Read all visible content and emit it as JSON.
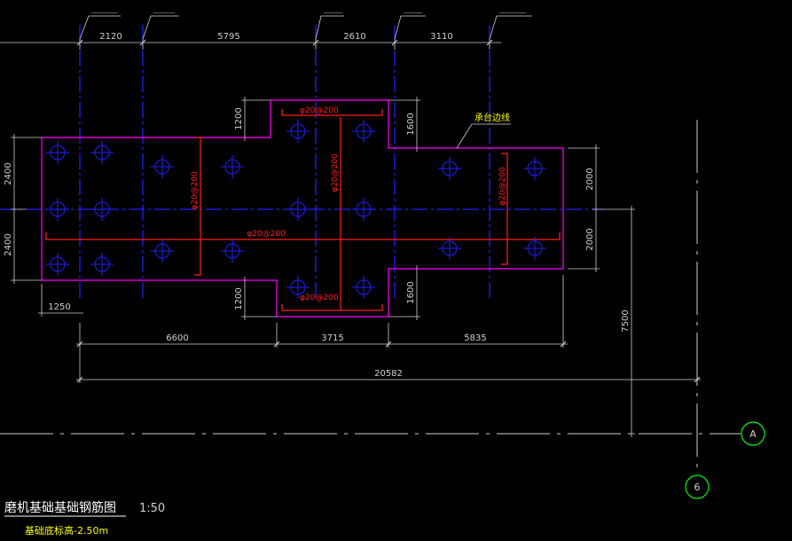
{
  "drawing": {
    "title": "磨机基础基础钢筋图",
    "scale": "1:50",
    "subtitle": "基础底标高-2.50m",
    "note_label": "承台边线"
  },
  "dims": {
    "top_1": "2120",
    "top_2": "5795",
    "top_3": "2610",
    "top_4": "3110",
    "left_upper": "2400",
    "left_lower": "2400",
    "step_top": "1200",
    "step_bottom": "1200",
    "right_step_top": "1600",
    "right_step_bottom": "1600",
    "right_upper": "2000",
    "right_lower": "2000",
    "left_offset": "1250",
    "bottom_1": "6600",
    "bottom_2": "3715",
    "bottom_3": "5835",
    "total": "20582",
    "vertical_total": "7500"
  },
  "rebar": {
    "r1": "φ20@200",
    "r2": "φ20@200",
    "r3": "φ20@200",
    "r4": "φ20@200",
    "r5": "φ20@200",
    "r6": "φ20@200"
  },
  "axes": {
    "a": "A",
    "b": "6"
  },
  "colors": {
    "background": "#000000",
    "outline": "#ff00ff",
    "rebar": "#ff2020",
    "axis": "#2020ff",
    "dimension": "#d0d0d0",
    "note": "#ffff00",
    "grid_bubble": "#00ff00"
  }
}
